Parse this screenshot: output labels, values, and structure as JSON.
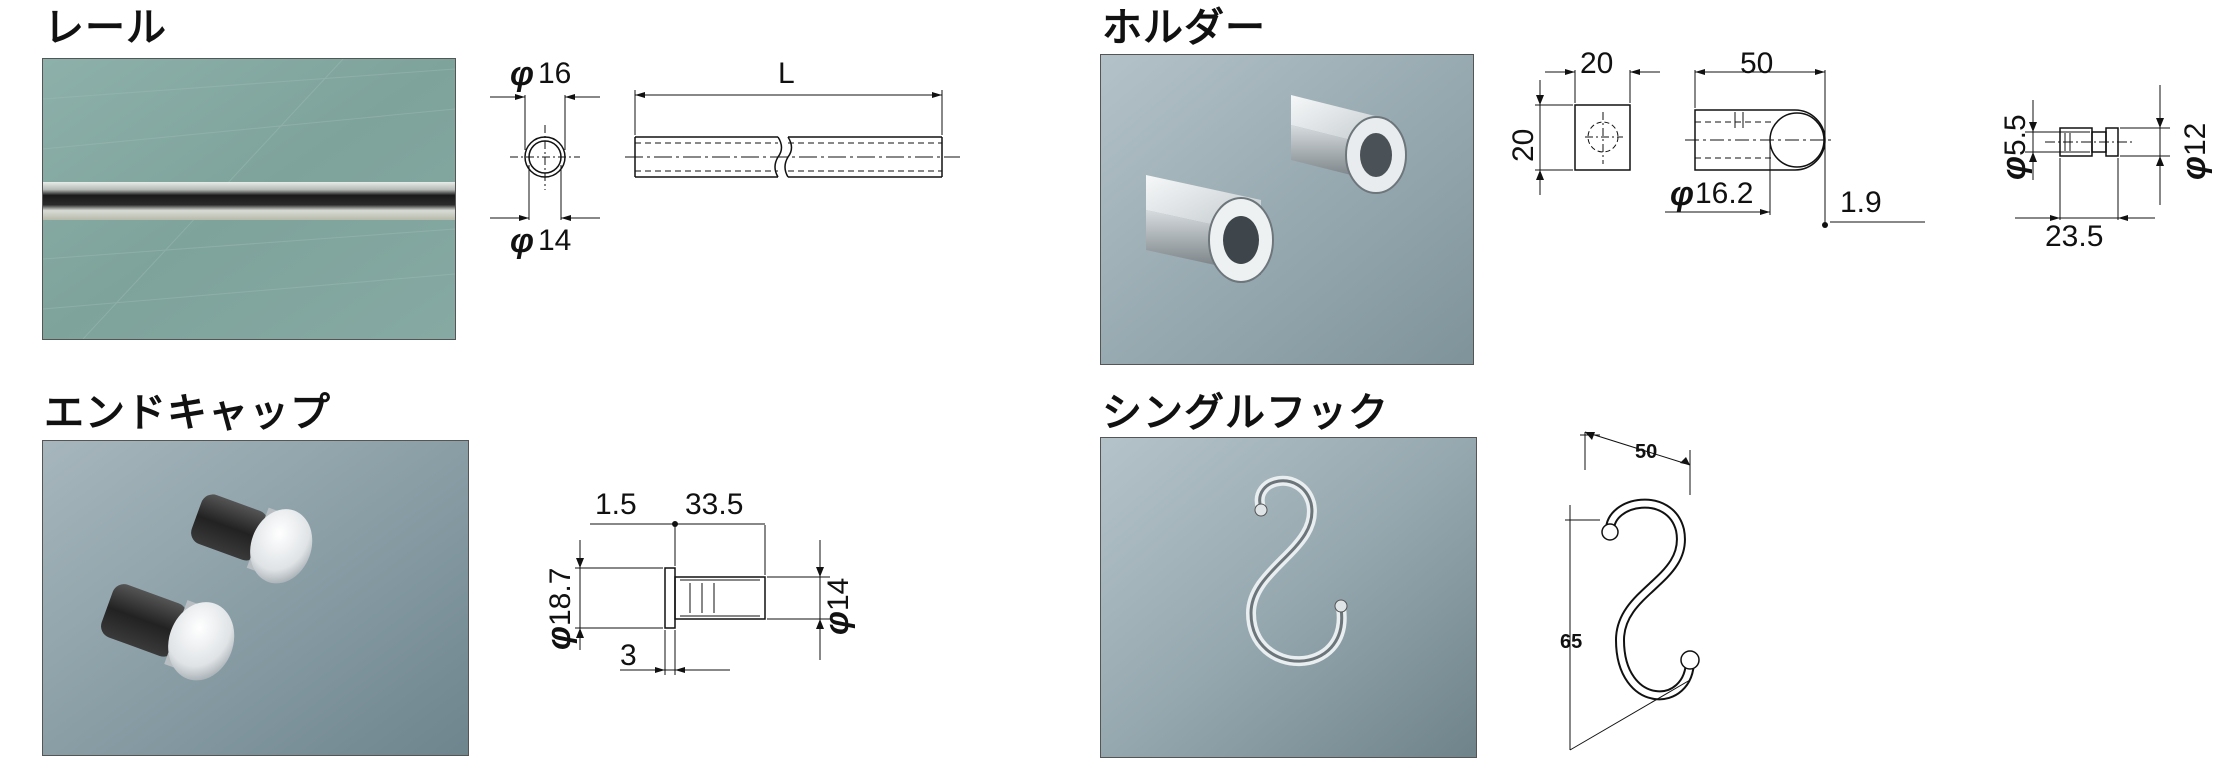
{
  "sections": {
    "rail": {
      "title": "レール"
    },
    "end_cap": {
      "title": "エンドキャップ"
    },
    "holder": {
      "title": "ホルダー"
    },
    "single_hook": {
      "title": "シングルフック"
    }
  },
  "phi_symbol": "φ",
  "dims": {
    "rail": {
      "outer": "16",
      "inner": "14",
      "length": "L"
    },
    "end_cap": {
      "flange": "1.5",
      "body_length": "33.5",
      "flange_dia": "18.7",
      "body_dia": "14",
      "flange_len": "3"
    },
    "holder": {
      "width": "20",
      "height": "20",
      "length": "50",
      "bore": "16.2",
      "offset": "1.9",
      "pin_dia": "5.5",
      "head_dia": "12",
      "pin_len": "23.5"
    },
    "single_hook": {
      "width": "50",
      "height": "65"
    }
  },
  "colors": {
    "metal_bg": "#7fa39d",
    "photo_bg": "#8fa3ab",
    "line": "#111111"
  }
}
